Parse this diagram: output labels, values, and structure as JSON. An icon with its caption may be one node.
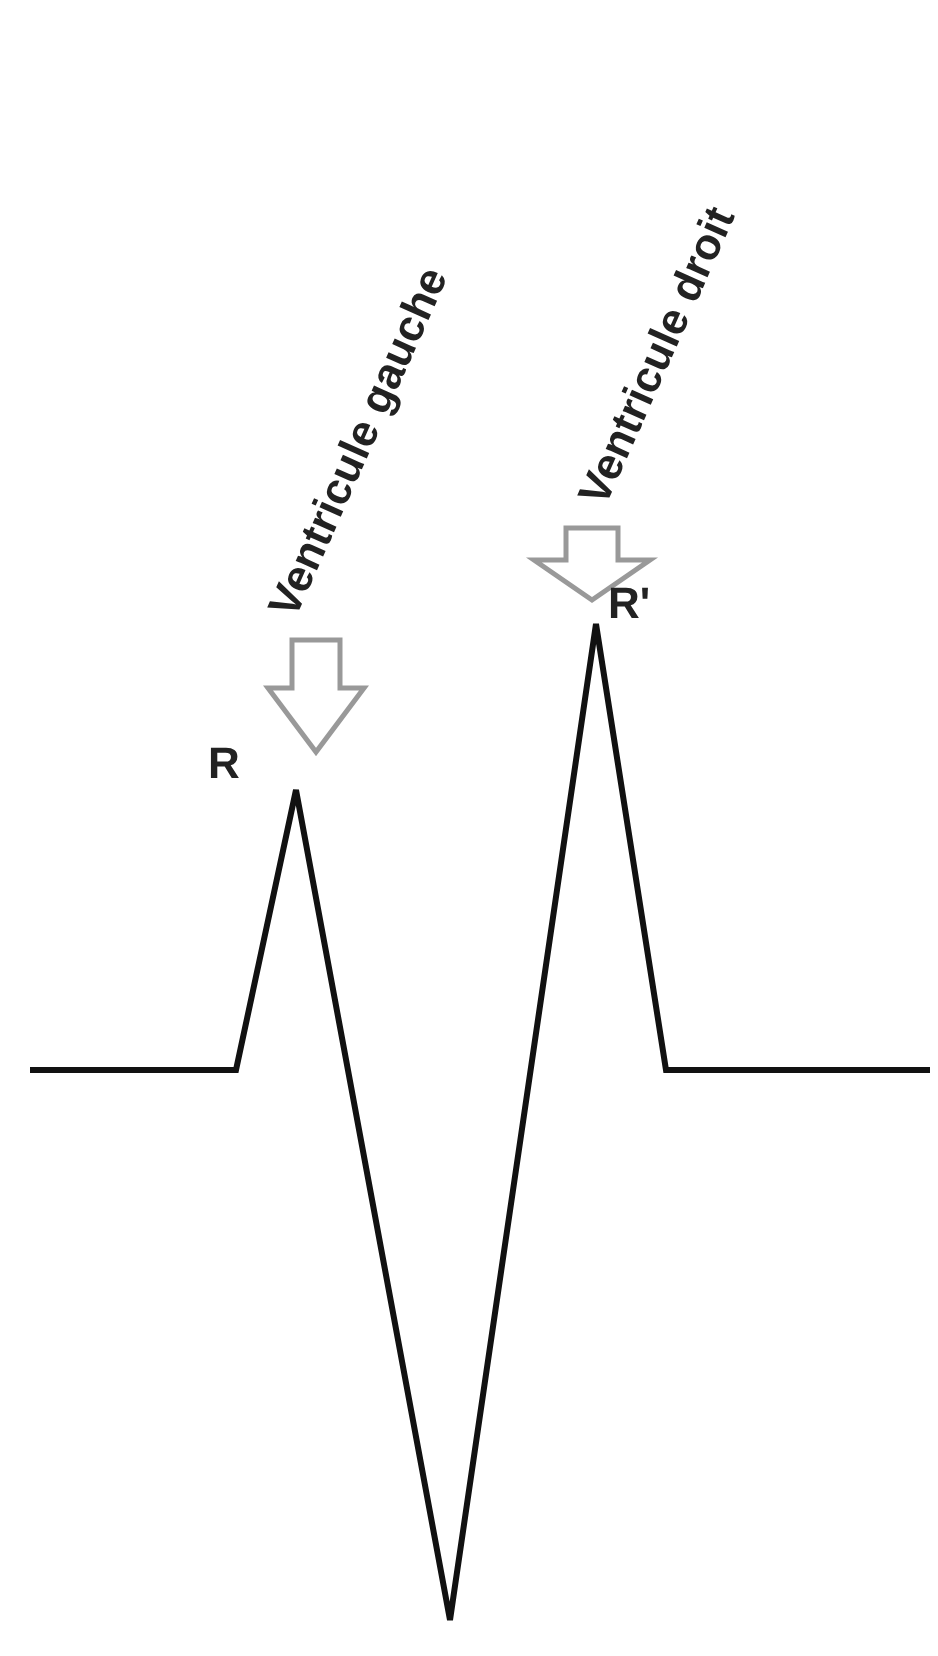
{
  "diagram": {
    "nodes": [
      {
        "text": [
          "Ventricule gauche"
        ]
      },
      {
        "text": [
          "Ventricule droit"
        ]
      }
    ],
    "edges": [
      {
        "from": 0,
        "to": null,
        "arrow": "to"
      },
      {
        "from": 1,
        "to": null,
        "arrow": "to"
      }
    ],
    "labels": [
      "R",
      "R'"
    ]
  }
}
